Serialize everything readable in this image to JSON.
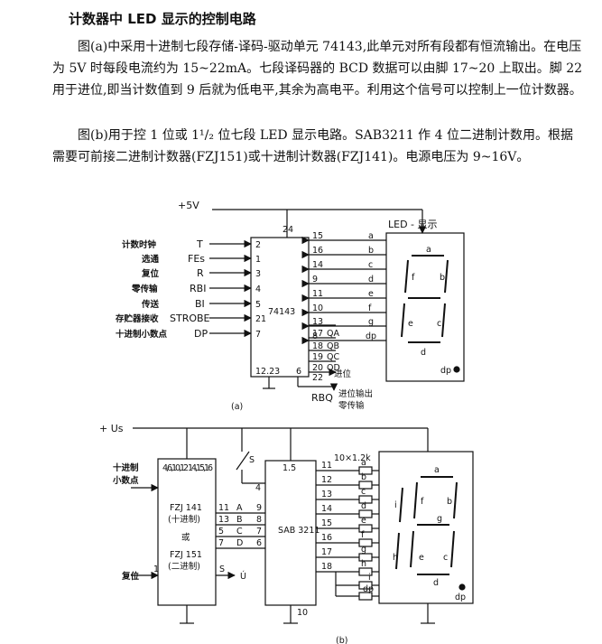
{
  "title": "计数器中 LED 显示的控制电路",
  "paragraphs": [
    "图(a)中采用十进制七段存储-译码-驱动单元 74143,此单元对所有段都有恒流输出。在电压为 5V 时每段电流约为 15~22mA。七段译码器的 BCD 数据可以由脚 17~20 上取出。脚 22 用于进位,即当计数值到 9 后就为低电平,其余为高电平。利用这个信号可以控制上一位计数器。",
    "图(b)用于控 1 位或 1¹/₂ 位七段 LED 显示电路。SAB3211 作 4 位二进制计数用。根据需要可前接二进制计数器(FZJ151)或十进制计数器(FZJ141)。电源电压为 9~16V。"
  ],
  "fig_a": {
    "supply": "+5V",
    "chip": "74143",
    "pin_top": "24",
    "pins_bottom_left": "12.23",
    "pin_bottom_right": "6",
    "display_label": "LED - 显示",
    "inputs": [
      {
        "label": "计数时钟",
        "signal": "T",
        "pin": "2"
      },
      {
        "label": "选通",
        "signal": "FEs",
        "pin": "1"
      },
      {
        "label": "复位",
        "signal": "R",
        "pin": "3"
      },
      {
        "label": "零传输",
        "signal": "RBI",
        "pin": "4"
      },
      {
        "label": "传送",
        "signal": "BI",
        "pin": "5"
      },
      {
        "label": "存贮器接收",
        "signal": "STROBE",
        "pin": "21"
      },
      {
        "label": "十进制小数点",
        "signal": "DP",
        "pin": "7"
      }
    ],
    "segment_outputs": [
      {
        "pin": "15",
        "seg": "a"
      },
      {
        "pin": "16",
        "seg": "b"
      },
      {
        "pin": "14",
        "seg": "c"
      },
      {
        "pin": "9",
        "seg": "d"
      },
      {
        "pin": "11",
        "seg": "e"
      },
      {
        "pin": "10",
        "seg": "f"
      },
      {
        "pin": "13",
        "seg": "g"
      },
      {
        "pin": "8",
        "seg": "dp"
      }
    ],
    "bcd_outputs": [
      {
        "pin": "17",
        "name": "QA"
      },
      {
        "pin": "18",
        "name": "QB"
      },
      {
        "pin": "19",
        "name": "QC"
      },
      {
        "pin": "20",
        "name": "QD"
      }
    ],
    "carry_pin": "22",
    "carry_label": "进位",
    "rbq_label": "RBQ",
    "rbq_desc_1": "进位输出",
    "rbq_desc_2": "零传输",
    "caption": "(a)"
  },
  "fig_b": {
    "supply": "+ Us",
    "switch": "S",
    "counter_pins": "4,6,10,12 14,15,16",
    "counter_line1": "FZJ 141",
    "counter_line2": "(十进制)",
    "counter_or": "或",
    "counter_line3": "FZJ 151",
    "counter_line4": "(二进制)",
    "dp_label_1": "十进制",
    "dp_label_2": "小数点",
    "reset_label": "复位",
    "reset_pin": "1",
    "s_out": "S",
    "u_out": "Ú",
    "bus": [
      {
        "pin_l": "11",
        "name": "A",
        "pin_r": "9"
      },
      {
        "pin_l": "13",
        "name": "B",
        "pin_r": "8"
      },
      {
        "pin_l": "5",
        "name": "C",
        "pin_r": "7"
      },
      {
        "pin_l": "7",
        "name": "D",
        "pin_r": "6"
      }
    ],
    "chip": "SAB 3211",
    "chip_top": "1.5",
    "chip_switch_pin": "4",
    "chip_bottom": "10",
    "resistors": "10×1.2k",
    "outputs": [
      "11",
      "12",
      "13",
      "14",
      "15",
      "16",
      "17",
      "18"
    ],
    "output_segs": [
      "a",
      "b",
      "c",
      "d",
      "e",
      "f",
      "g",
      "h",
      "i",
      "dp"
    ],
    "display_segs": {
      "a": "a",
      "b": "b",
      "c": "c",
      "d": "d",
      "e": "e",
      "f": "f",
      "g": "g",
      "h": "h",
      "i": "i",
      "dp": "dp"
    },
    "caption": "(b)"
  }
}
